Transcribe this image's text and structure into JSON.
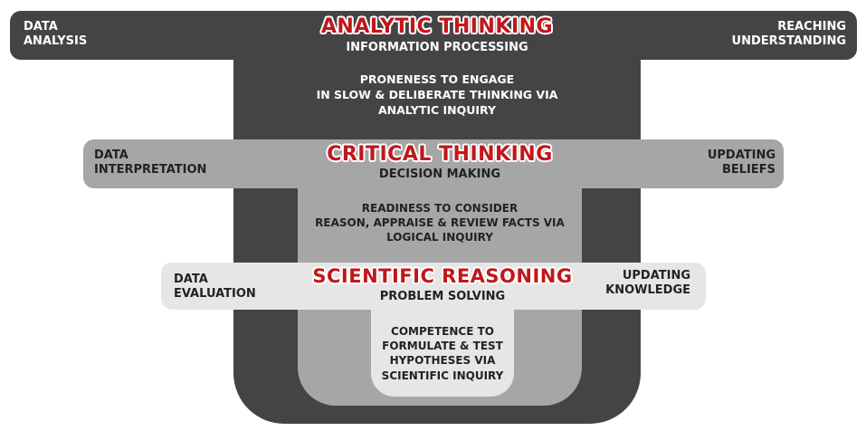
{
  "analytic": {
    "title": "ANALYTIC THINKING",
    "subtitle": "INFORMATION PROCESSING",
    "left": [
      "DATA",
      "ANALYSIS"
    ],
    "right": [
      "REACHING",
      "UNDERSTANDING"
    ],
    "description": [
      "PRONENESS TO ENGAGE",
      "IN SLOW & DELIBERATE THINKING VIA",
      "ANALYTIC INQUIRY"
    ]
  },
  "critical": {
    "title": "CRITICAL THINKING",
    "subtitle": "DECISION MAKING",
    "left": [
      "DATA",
      "INTERPRETATION"
    ],
    "right": [
      "UPDATING",
      "BELIEFS"
    ],
    "description": [
      "READINESS TO CONSIDER",
      "REASON, APPRAISE & REVIEW FACTS VIA",
      "LOGICAL INQUIRY"
    ]
  },
  "scientific": {
    "title": "SCIENTIFIC REASONING",
    "subtitle": "PROBLEM SOLVING",
    "left": [
      "DATA",
      "EVALUATION"
    ],
    "right": [
      "UPDATING",
      "KNOWLEDGE"
    ],
    "description": [
      "COMPETENCE TO",
      "FORMULATE & TEST",
      "HYPOTHESES VIA",
      "SCIENTIFIC INQUIRY"
    ]
  },
  "colors": {
    "dark": "#444444",
    "mid": "#a6a6a6",
    "light": "#e6e6e6",
    "title_red": "#c0171b"
  }
}
